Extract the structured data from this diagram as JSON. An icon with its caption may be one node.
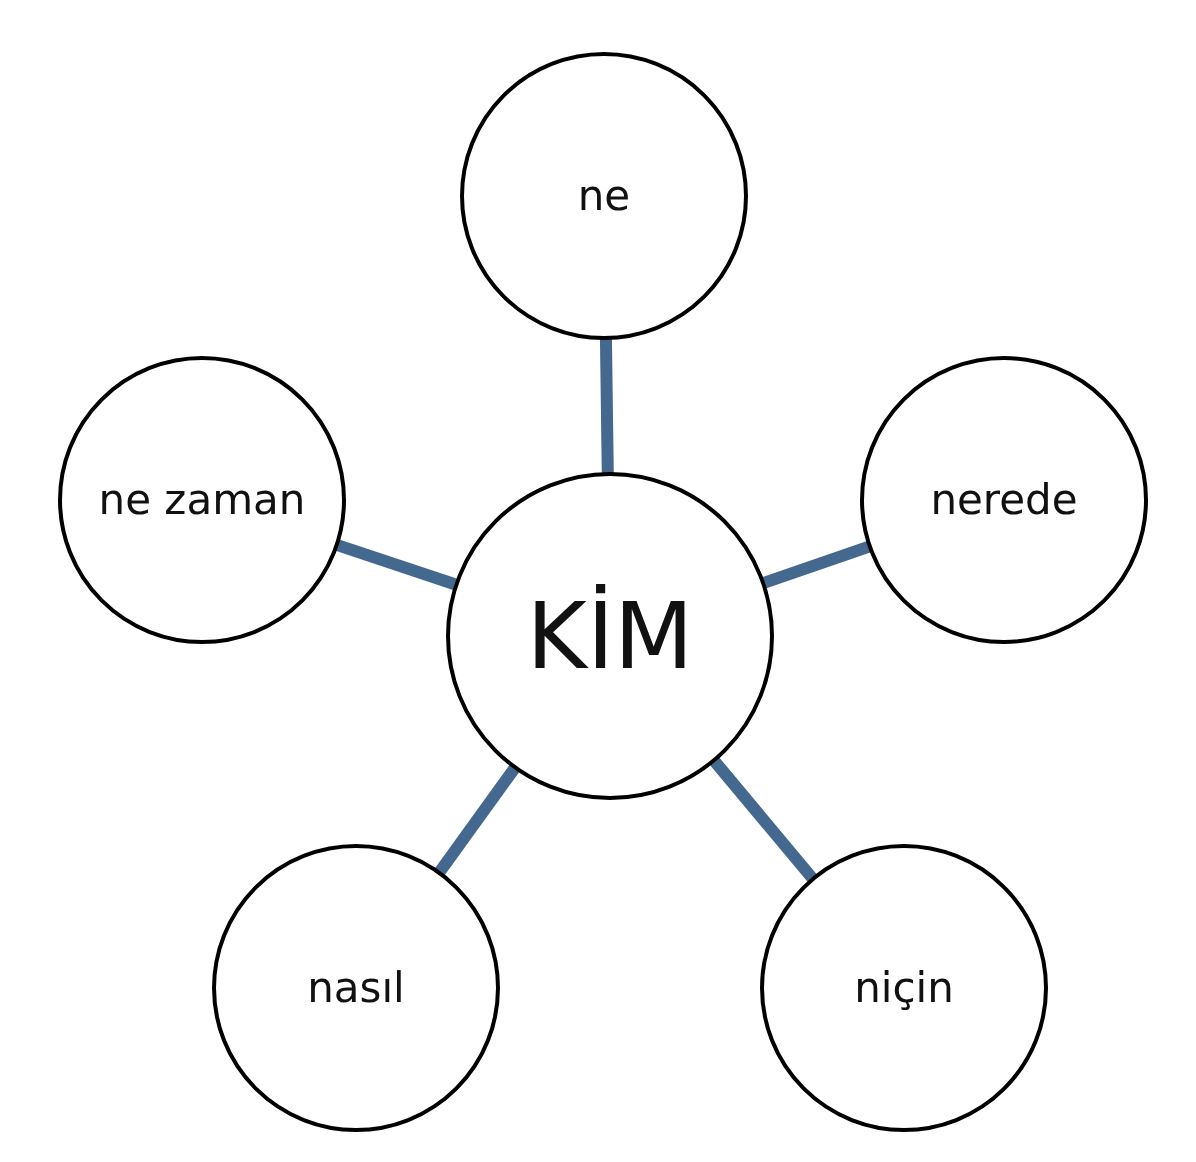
{
  "diagram": {
    "nodes": [
      {
        "text": [
          "ne"
        ]
      },
      {
        "text": [
          "ne zaman"
        ]
      },
      {
        "text": [
          "KİM"
        ]
      },
      {
        "text": [
          "nerede"
        ]
      },
      {
        "text": [
          "nasıl"
        ]
      },
      {
        "text": [
          "niçin"
        ]
      }
    ],
    "edges": [
      {
        "from": 2,
        "to": 0,
        "arrow": "none"
      },
      {
        "from": 2,
        "to": 1,
        "arrow": "none"
      },
      {
        "from": 2,
        "to": 3,
        "arrow": "none"
      },
      {
        "from": 2,
        "to": 4,
        "arrow": "none"
      },
      {
        "from": 2,
        "to": 5,
        "arrow": "none"
      }
    ]
  }
}
